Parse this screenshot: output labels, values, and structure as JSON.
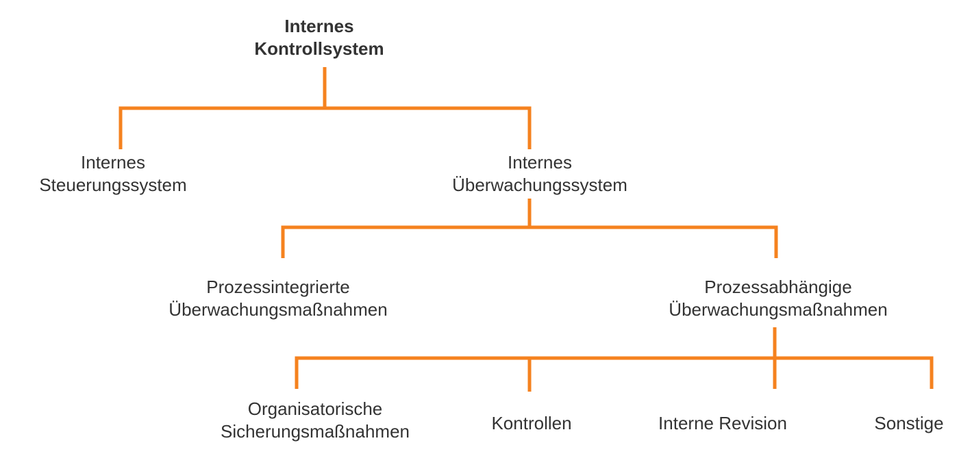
{
  "colors": {
    "connector": "#F5821F",
    "text": "#333333",
    "background": "#FFFFFF"
  },
  "root": {
    "line1": "Internes",
    "line2": "Kontrollsystem"
  },
  "level1": {
    "steuerung": {
      "line1": "Internes",
      "line2": "Steuerungssystem"
    },
    "ueberwachung": {
      "line1": "Internes",
      "line2": "Überwachungssystem"
    }
  },
  "level2": {
    "prozessintegriert": {
      "line1": "Prozessintegrierte",
      "line2": "Überwachungsmaßnahmen"
    },
    "prozessabhaengig": {
      "line1": "Prozessabhängige",
      "line2": "Überwachungsmaßnahmen"
    }
  },
  "level3": {
    "organisatorisch": {
      "line1": "Organisatorische",
      "line2": "Sicherungsmaßnahmen"
    },
    "kontrollen": {
      "label": "Kontrollen"
    },
    "revision": {
      "label": "Interne Revision"
    },
    "sonstige": {
      "label": "Sonstige"
    }
  }
}
